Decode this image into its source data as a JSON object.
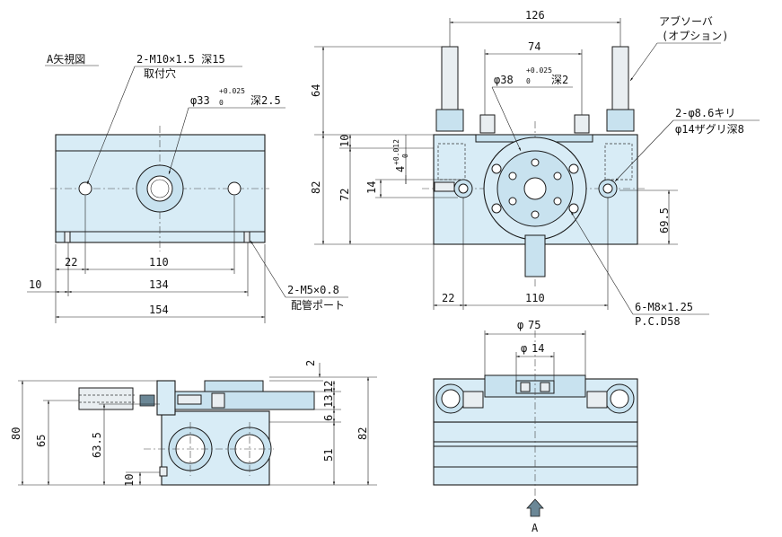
{
  "labels": {
    "view_a_title": "A矢視図",
    "tap_thread": "2-M10×1.5 深15",
    "tap_thread_sub": "取付穴",
    "bore_diameter": "φ33",
    "bore_tol_upper": "+0.025",
    "bore_tol_lower": "0",
    "bore_depth": "深2.5",
    "port_thread": "2-M5×0.8",
    "port_sub": "配管ポート",
    "absorber_label": "アブソーバ",
    "absorber_sub": "(オプション)",
    "top_bore_diameter": "φ38",
    "top_bore_tol_upper": "+0.025",
    "top_bore_tol_lower": "0",
    "top_bore_depth": "深2",
    "drill_hole": "2-φ8.6キリ",
    "counterbore": "φ14ザグリ深8",
    "pcd_thread": "6-M8×1.25",
    "pcd": "P.C.D58",
    "arrow_a": "A",
    "tol_012_upper": "+0.012",
    "tol_012_lower": "0"
  },
  "dimensions": {
    "d126": "126",
    "d74": "74",
    "d64": "64",
    "d10a": "10",
    "d82a": "82",
    "d72": "72",
    "d14a": "14",
    "d4": "4",
    "d69_5": "69.5",
    "d22b": "22",
    "d110b": "110",
    "d22a": "22",
    "d110a": "110",
    "d10b": "10",
    "d134": "134",
    "d154": "154",
    "d80": "80",
    "d65": "65",
    "d63_5": "63.5",
    "d10c": "10",
    "d2": "2",
    "d12": "12",
    "d13": "13",
    "d6": "6",
    "d51": "51",
    "d82b": "82",
    "d75": "75",
    "d14b": "14"
  },
  "colors": {
    "body_fill": "#d8ecf6",
    "accent_fill": "#c8e2ef",
    "line": "#1a1a1a"
  }
}
